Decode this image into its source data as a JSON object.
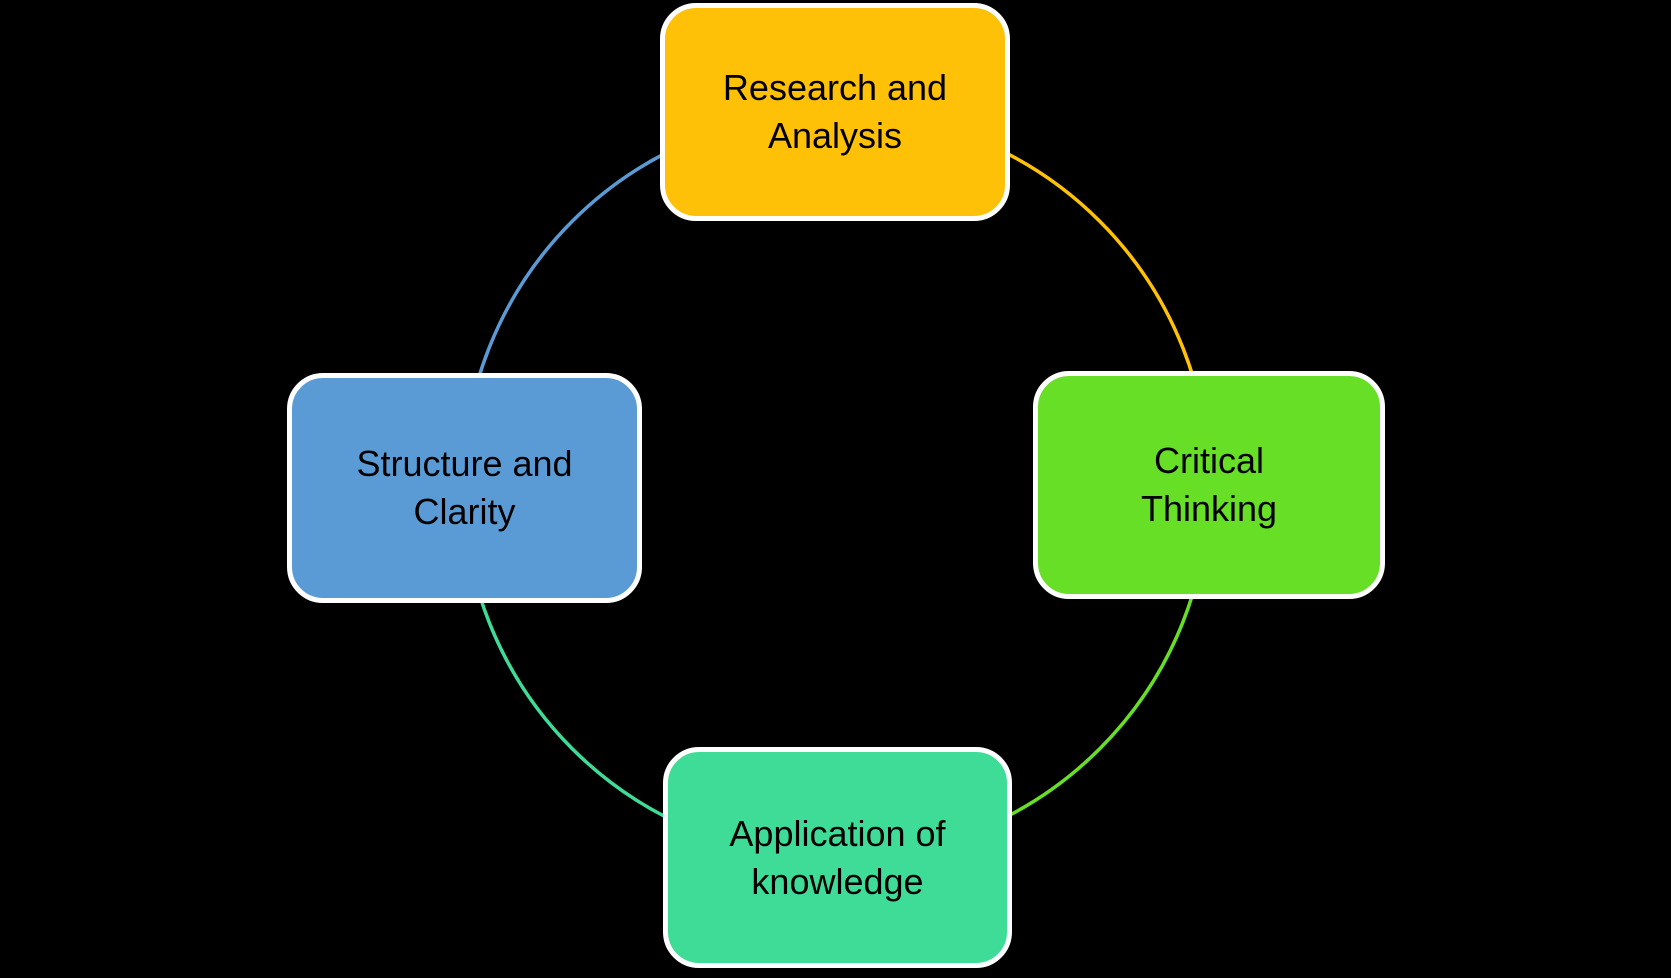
{
  "diagram": {
    "type": "cycle",
    "background_color": "#000000",
    "node_border_color": "#ffffff",
    "node_text_color": "#000000",
    "nodes": [
      {
        "id": "research-analysis",
        "position": "top",
        "label": "Research and\nAnalysis",
        "color": "#FFC008"
      },
      {
        "id": "critical-thinking",
        "position": "right",
        "label": "Critical\nThinking",
        "color": "#66DF26"
      },
      {
        "id": "application-of-knowledge",
        "position": "bottom",
        "label": "Application of\nknowledge",
        "color": "#3EDC97"
      },
      {
        "id": "structure-clarity",
        "position": "left",
        "label": "Structure and\nClarity",
        "color": "#5B9BD5"
      }
    ],
    "arcs": [
      {
        "from": "research-analysis",
        "to": "critical-thinking",
        "color": "#FFC008"
      },
      {
        "from": "critical-thinking",
        "to": "application-of-knowledge",
        "color": "#66DF26"
      },
      {
        "from": "application-of-knowledge",
        "to": "structure-clarity",
        "color": "#3EDC97"
      },
      {
        "from": "structure-clarity",
        "to": "research-analysis",
        "color": "#5B9BD5"
      }
    ]
  }
}
